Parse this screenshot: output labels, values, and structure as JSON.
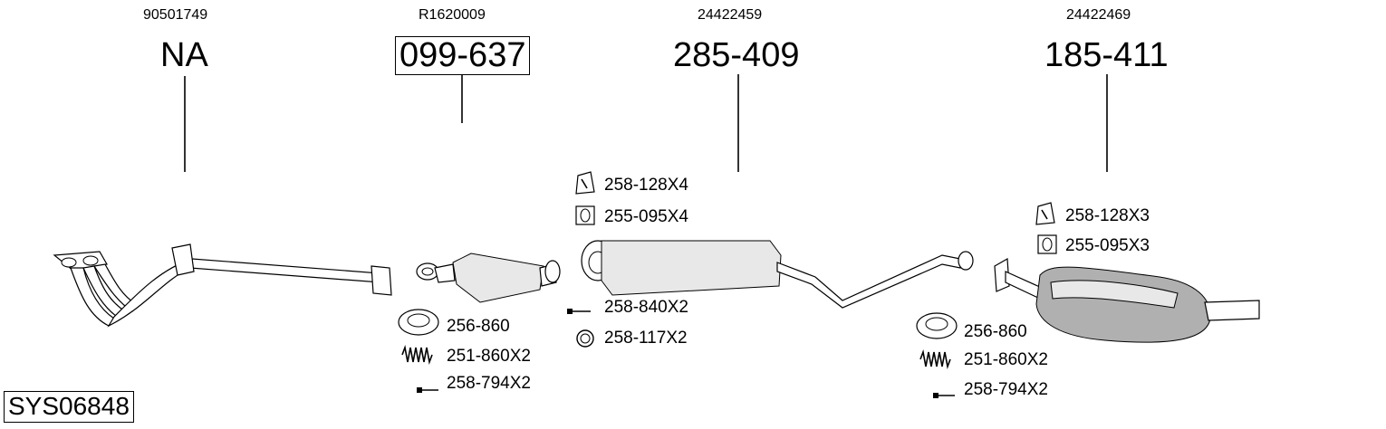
{
  "parts": [
    {
      "oe": "90501749",
      "number": "NA",
      "boxed": false
    },
    {
      "oe": "R1620009",
      "number": "099-637",
      "boxed": true
    },
    {
      "oe": "24422459",
      "number": "285-409",
      "boxed": false
    },
    {
      "oe": "24422469",
      "number": "185-411",
      "boxed": false
    }
  ],
  "accessories": {
    "gasket_1": "256-860",
    "spring_1": "251-860X2",
    "bolt_1": "258-794X2",
    "hanger_mid": "258-128X4",
    "mount_mid": "255-095X4",
    "bolt_mid": "258-840X2",
    "ring_mid": "258-117X2",
    "hanger_rear": "258-128X3",
    "mount_rear": "255-095X3",
    "gasket_2": "256-860",
    "spring_2": "251-860X2",
    "bolt_2": "258-794X2"
  },
  "system_code": "SYS06848"
}
